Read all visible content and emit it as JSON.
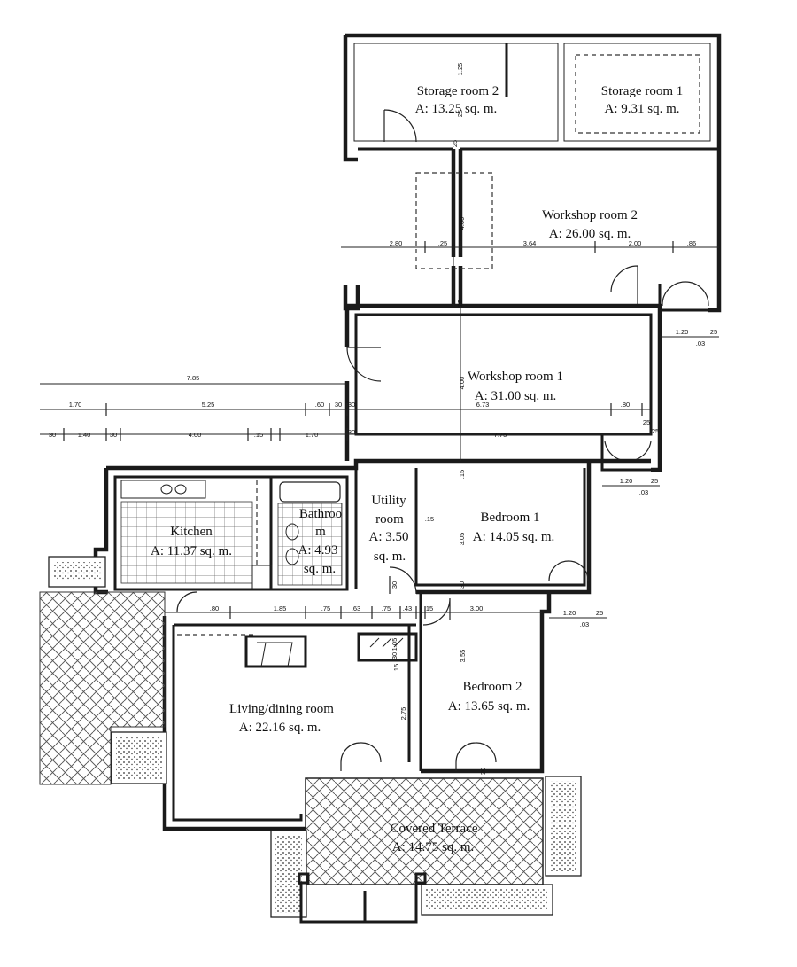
{
  "rooms": [
    {
      "id": "storage2",
      "name": "Storage room 2",
      "area": "A: 13.25 sq. m."
    },
    {
      "id": "storage1",
      "name": "Storage room 1",
      "area": "A: 9.31 sq. m."
    },
    {
      "id": "workshop2",
      "name": "Workshop room 2",
      "area": "A: 26.00 sq. m."
    },
    {
      "id": "workshop1",
      "name": "Workshop room 1",
      "area": "A: 31.00 sq. m."
    },
    {
      "id": "kitchen",
      "name": "Kitchen",
      "area": "A: 11.37 sq. m."
    },
    {
      "id": "bathroom",
      "name": "Bathroo",
      "name2": "m",
      "area": "A: 4.93",
      "area2": "sq. m."
    },
    {
      "id": "utility",
      "name": "Utility",
      "name2": "room",
      "area": "A: 3.50",
      "area2": "sq. m."
    },
    {
      "id": "bedroom1",
      "name": "Bedroom 1",
      "area": "A: 14.05 sq. m."
    },
    {
      "id": "living",
      "name": "Living/dining room",
      "area": "A: 22.16 sq. m."
    },
    {
      "id": "bedroom2",
      "name": "Bedroom 2",
      "area": "A: 13.65 sq. m."
    },
    {
      "id": "terrace",
      "name": "Covered Terrace",
      "area": "A: 14.75 sq. m."
    }
  ],
  "dimensions": {
    "row_785": "7.85",
    "row_170": "1.70",
    "row_525": "5.25",
    "row_60": ".60",
    "row_30a": "30",
    "row_30b": "30",
    "row_673": "6.73",
    "row_80a": ".80",
    "row_30c": "30",
    "row_140": "1.40",
    "row_30d": "30",
    "row_400": "4.00",
    "row_15": ".15",
    "row_170b": "1.70",
    "row_30e": "30",
    "row_775": "7.75",
    "ws2_280": "2.80",
    "ws2_25": ".25",
    "ws2_364": "3.64",
    "ws2_200": "2.00",
    "ws2_86": ".86",
    "ws2_400v": "4.00",
    "ws2_25v": "25",
    "st_125v": "1.25",
    "st_25v": "25",
    "ws1_25v": "25",
    "ws1_400v": "4.00",
    "side_120a": "1.20",
    "side_25a": "25",
    "side_03a": ".03",
    "side_120b": "1.20",
    "side_25b": "25",
    "side_03b": ".03",
    "side_120c": "1.20",
    "side_25c": "25",
    "side_03c": ".03",
    "side_25d": "25",
    "side_25e": "25",
    "bed1_15v": ".15",
    "bed1_305v": "3.05",
    "bed1_15": ".15",
    "bed1_30v": "30",
    "hall_80": ".80",
    "hall_185": "1.85",
    "hall_75a": ".75",
    "hall_63": ".63",
    "hall_75b": ".75",
    "hall_43": ".43",
    "hall_15": ".15",
    "hall_300": "3.00",
    "v_105": "1.05",
    "v_30": "30",
    "v_15": ".15",
    "v_275": "2.75",
    "v_355": "3.55",
    "v_30b": "30",
    "v_30c": "30"
  }
}
